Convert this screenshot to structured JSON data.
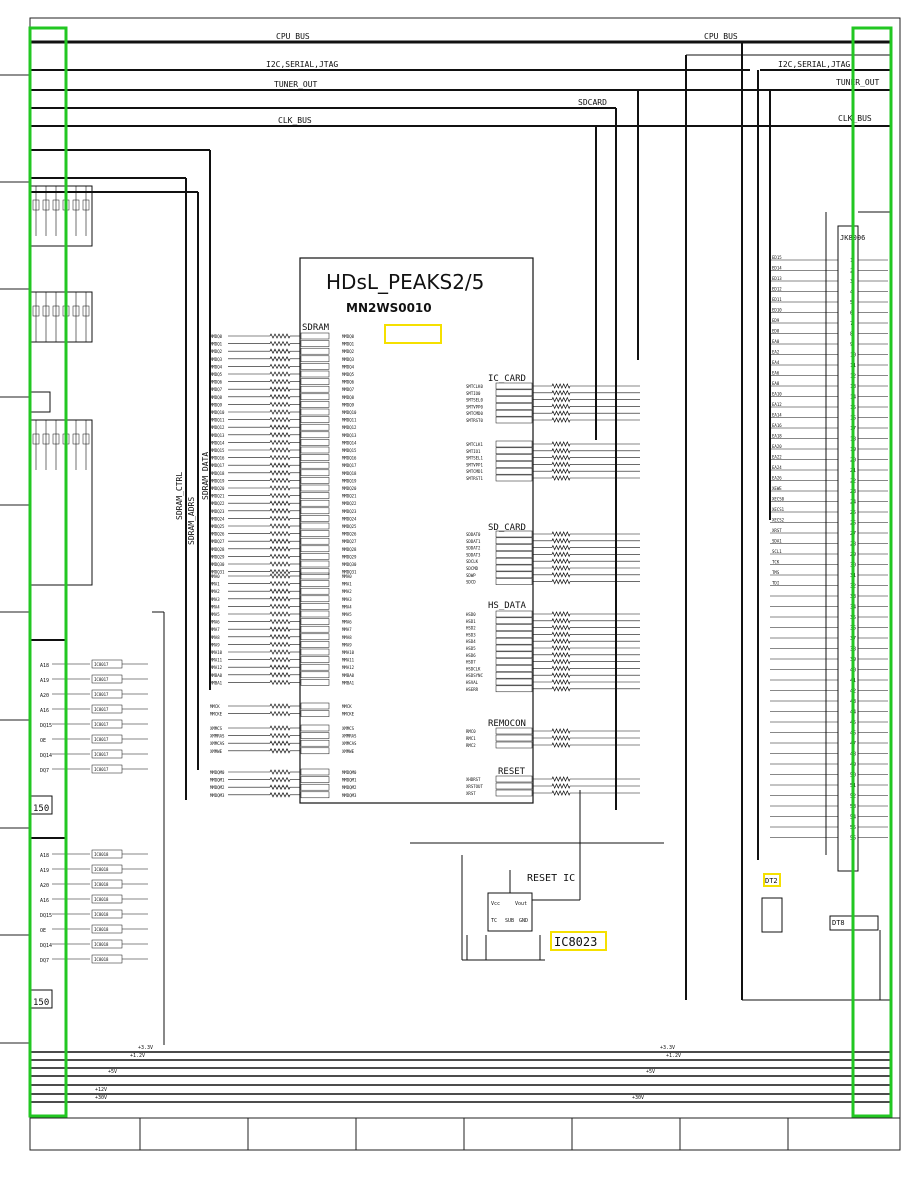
{
  "buses": {
    "cpu_bus_left": "CPU_BUS",
    "cpu_bus_right": "CPU_BUS",
    "i2c_left": "I2C,SERIAL,JTAG",
    "i2c_right": "I2C,SERIAL,JTAG",
    "tuner_left": "TUNER_OUT",
    "tuner_right": "TUNER_OUT",
    "sdcard": "SDCARD",
    "clk_left": "CLK_BUS",
    "clk_right": "CLK_BUS"
  },
  "main_ic": {
    "name": "HDsL_PEAKS2/5",
    "part": "MN2WS0010"
  },
  "groups": {
    "sdram": "SDRAM",
    "ic_card": "IC_CARD",
    "sd_card": "SD_CARD",
    "hs_data": "HS_DATA",
    "remocon": "REMOCON",
    "reset": "RESET"
  },
  "vertical_labels": {
    "sdram_data": "SDRAM_DATA",
    "sdram_ctrl": "SDRAM_CTRL",
    "sdram_adrs": "SDRAM_ADRS"
  },
  "reset_ic": {
    "label": "RESET IC",
    "ref": "IC8023",
    "pins": [
      "Vcc",
      "Vout",
      "TC",
      "SUB",
      "GND"
    ]
  },
  "connector": {
    "ref": "JK8006",
    "pins": [
      "1",
      "2",
      "3",
      "4",
      "5",
      "6",
      "7",
      "8",
      "9",
      "10",
      "11",
      "12",
      "13",
      "14",
      "15",
      "16",
      "17",
      "18",
      "19",
      "20",
      "21",
      "22",
      "23",
      "24",
      "25",
      "26",
      "27",
      "28",
      "29",
      "30",
      "31",
      "32",
      "33",
      "34",
      "35",
      "36",
      "37",
      "38",
      "39",
      "40",
      "41",
      "42",
      "43",
      "44",
      "45",
      "46",
      "47",
      "48",
      "49",
      "50",
      "51",
      "52",
      "53",
      "54",
      "55",
      "56"
    ]
  },
  "dt2": {
    "ref": "DT2"
  },
  "dt8": {
    "ref": "DT8"
  },
  "sdram_signals": [
    "MMDQ0",
    "MMDQ1",
    "MMDQ2",
    "MMDQ3",
    "MMDQ4",
    "MMDQ5",
    "MMDQ6",
    "MMDQ7",
    "MMDQ8",
    "MMDQ9",
    "MMDQ10",
    "MMDQ11",
    "MMDQ12",
    "MMDQ13",
    "MMDQ14",
    "MMDQ15",
    "MMDQ16",
    "MMDQ17",
    "MMDQ18",
    "MMDQ19",
    "MMDQ20",
    "MMDQ21",
    "MMDQ22",
    "MMDQ23",
    "MMDQ24",
    "MMDQ25",
    "MMDQ26",
    "MMDQ27",
    "MMDQ28",
    "MMDQ29",
    "MMDQ30",
    "MMDQ31"
  ],
  "sdram_addr": [
    "MMA0",
    "MMA1",
    "MMA2",
    "MMA3",
    "MMA4",
    "MMA5",
    "MMA6",
    "MMA7",
    "MMA8",
    "MMA9",
    "MMA10",
    "MMA11",
    "MMA12",
    "MMBA0",
    "MMBA1"
  ],
  "sdram_ctrl": [
    "MMCK",
    "MMCKE",
    "XMMCS",
    "XMMRAS",
    "XMMCAS",
    "XMMWE",
    "MMDQM0",
    "MMDQM1",
    "MMDQM2",
    "MMDQM3"
  ],
  "ic_card_signals": [
    "SMTCLK0",
    "SMTIO0",
    "SMTSEL0",
    "SMTVPP0",
    "SMTCMD0",
    "SMTRST0",
    "SMTCLK1",
    "SMTIO1",
    "SMTSEL1",
    "SMTVPP1",
    "SMTCMD1",
    "SMTRST1"
  ],
  "sd_card_signals": [
    "SDDAT0",
    "SDDAT1",
    "SDDAT2",
    "SDDAT3",
    "SDCLK",
    "SDCMD",
    "SDWP",
    "SDCD"
  ],
  "hs_data_signals": [
    "HSD0",
    "HSD1",
    "HSD2",
    "HSD3",
    "HSD4",
    "HSD5",
    "HSD6",
    "HSD7",
    "HSDCLK",
    "HSDSYNC",
    "HSVAL",
    "HSERR"
  ],
  "remocon_signals": [
    "RMC0",
    "RMC1",
    "RMC2"
  ],
  "reset_signals": [
    "XHDRST",
    "XRSTOUT",
    "XRST"
  ],
  "left_chip_rows": [
    "A18",
    "A19",
    "A20",
    "A16",
    "DQ15",
    "OE",
    "DQ14",
    "DQ7"
  ],
  "left_chip_rows_b": [
    "A18",
    "A19",
    "A20",
    "A16",
    "DQ15",
    "OE",
    "DQ14",
    "DQ7"
  ],
  "left_box_labels": [
    "IC8017",
    "IC8018"
  ],
  "left_chip_values": [
    "150",
    "150"
  ],
  "power_rails": [
    "+3.3V",
    "+1.2V",
    "+5V",
    "+12V",
    "+30V"
  ],
  "conn_signals": [
    "ED15",
    "ED14",
    "ED13",
    "ED12",
    "ED11",
    "ED10",
    "ED9",
    "ED8",
    "EA0",
    "EA2",
    "EA4",
    "EA6",
    "EA8",
    "EA10",
    "EA12",
    "EA14",
    "EA16",
    "EA18",
    "EA20",
    "EA22",
    "EA24",
    "EA26",
    "XEWE",
    "XECS0",
    "XECS1",
    "XECS2",
    "XRST",
    "SDA1",
    "SCL1",
    "TCK",
    "TMS",
    "TDI"
  ]
}
